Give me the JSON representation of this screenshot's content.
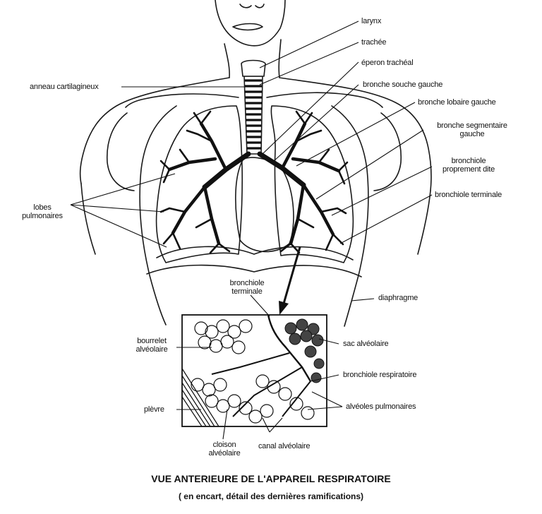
{
  "labels": {
    "larynx": "larynx",
    "trachea": "trachée",
    "tracheal_spur": "éperon trachéal",
    "left_main_bronchus": "bronche souche gauche",
    "cartilage_ring": "anneau cartilagineux",
    "left_lobar_bronchus": "bronche lobaire gauche",
    "left_segmental_bronchus_1": "bronche segmentaire",
    "left_segmental_bronchus_2": "gauche",
    "bronchiole_proper_1": "bronchiole",
    "bronchiole_proper_2": "proprement dite",
    "terminal_bronchiole_right": "bronchiole terminale",
    "lobes_1": "lobes",
    "lobes_2": "pulmonaires",
    "terminal_bronchiole_inset_1": "bronchiole",
    "terminal_bronchiole_inset_2": "terminale",
    "diaphragm": "diaphragme",
    "alveolar_rim_1": "bourrelet",
    "alveolar_rim_2": "alvéolaire",
    "alveolar_sac": "sac alvéolaire",
    "respiratory_bronchiole": "bronchiole respiratoire",
    "pleura": "plèvre",
    "pulmonary_alveoli": "alvéoles pulmonaires",
    "alveolar_septum_1": "cloison",
    "alveolar_septum_2": "alvéolaire",
    "alveolar_duct": "canal alvéolaire"
  },
  "caption": {
    "title": "VUE ANTERIEURE DE L'APPAREIL RESPIRATOIRE",
    "subtitle": "( en encart,  détail des dernières ramifications)"
  }
}
